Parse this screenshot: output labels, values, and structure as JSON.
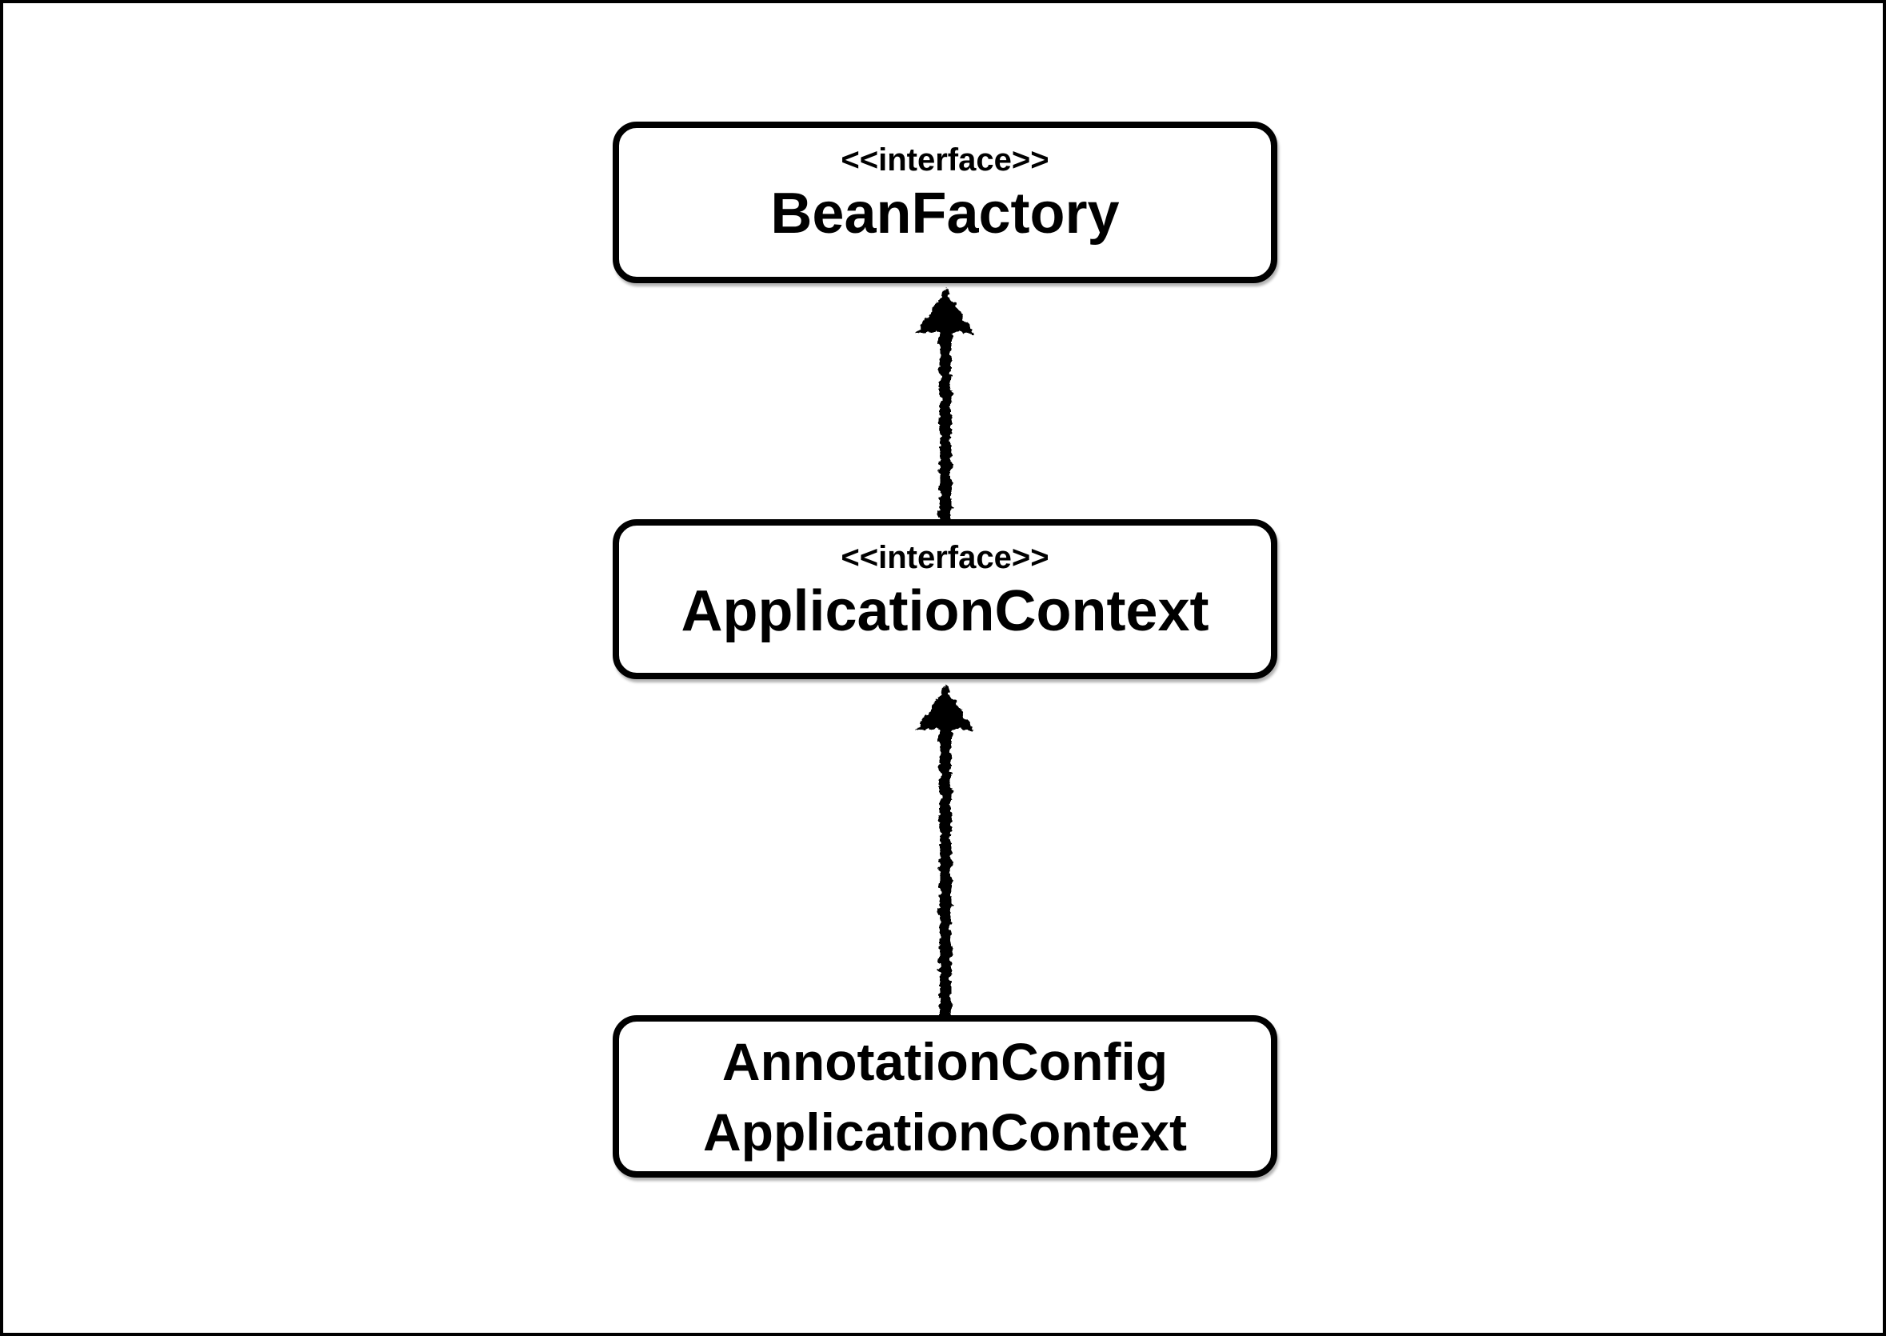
{
  "diagram": {
    "background_color": "#ffffff",
    "stroke_color": "#000000",
    "nodes": [
      {
        "id": "bean-factory",
        "stereotype": "<<interface>>",
        "name": "BeanFactory"
      },
      {
        "id": "application-context",
        "stereotype": "<<interface>>",
        "name": "ApplicationContext"
      },
      {
        "id": "annotation-config-application-context",
        "name_lines": [
          "AnnotationConfig",
          "ApplicationContext"
        ]
      }
    ],
    "edges": [
      {
        "from": "application-context",
        "to": "bean-factory",
        "direction": "up",
        "style": "sketchy-filled-triangle-arrow"
      },
      {
        "from": "annotation-config-application-context",
        "to": "application-context",
        "direction": "up",
        "style": "sketchy-filled-triangle-arrow"
      }
    ]
  }
}
